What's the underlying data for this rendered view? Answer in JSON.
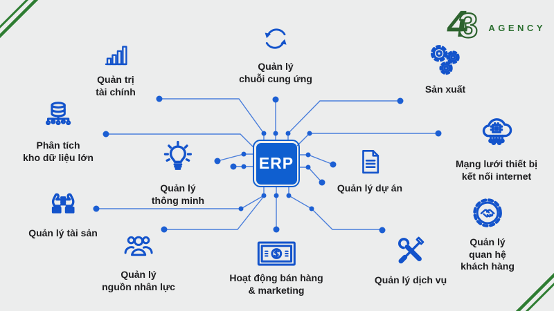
{
  "meta": {
    "background": "#eceded",
    "accent_blue": "#0f5fd0",
    "wire_blue": "#4a7edb",
    "dot_blue": "#1c5fd3",
    "icon_blue": "#1353cb",
    "accent_green": "#2e7d32",
    "text_color": "#1d1d1f"
  },
  "logo": {
    "mark_back": "4",
    "mark_front": "3",
    "name": "AGENCY"
  },
  "core": {
    "label": "ERP"
  },
  "nodes": {
    "finance": {
      "line1": "Quản trị",
      "line2": "tài chính"
    },
    "supply_chain": {
      "line1": "Quản lý",
      "line2": "chuỗi cung ứng"
    },
    "production": {
      "line1": "Sản xuất"
    },
    "big_data": {
      "line1": "Phân tích",
      "line2": "kho dữ liệu lớn"
    },
    "iot": {
      "line1": "Mạng lưới thiết bị",
      "line2": "kết nối internet"
    },
    "smart": {
      "line1": "Quản lý",
      "line2": "thông minh"
    },
    "project": {
      "line1": "Quản lý dự án"
    },
    "assets": {
      "line1": "Quản lý tài sản"
    },
    "crm": {
      "line1": "Quản lý",
      "line2": "quan hệ",
      "line3": "khách hàng"
    },
    "service": {
      "line1": "Quản lý dịch vụ"
    },
    "sales": {
      "line1": "Hoạt động bán hàng",
      "line2": "& marketing"
    },
    "hr": {
      "line1": "Quản lý",
      "line2": "nguồn nhân lực"
    }
  }
}
